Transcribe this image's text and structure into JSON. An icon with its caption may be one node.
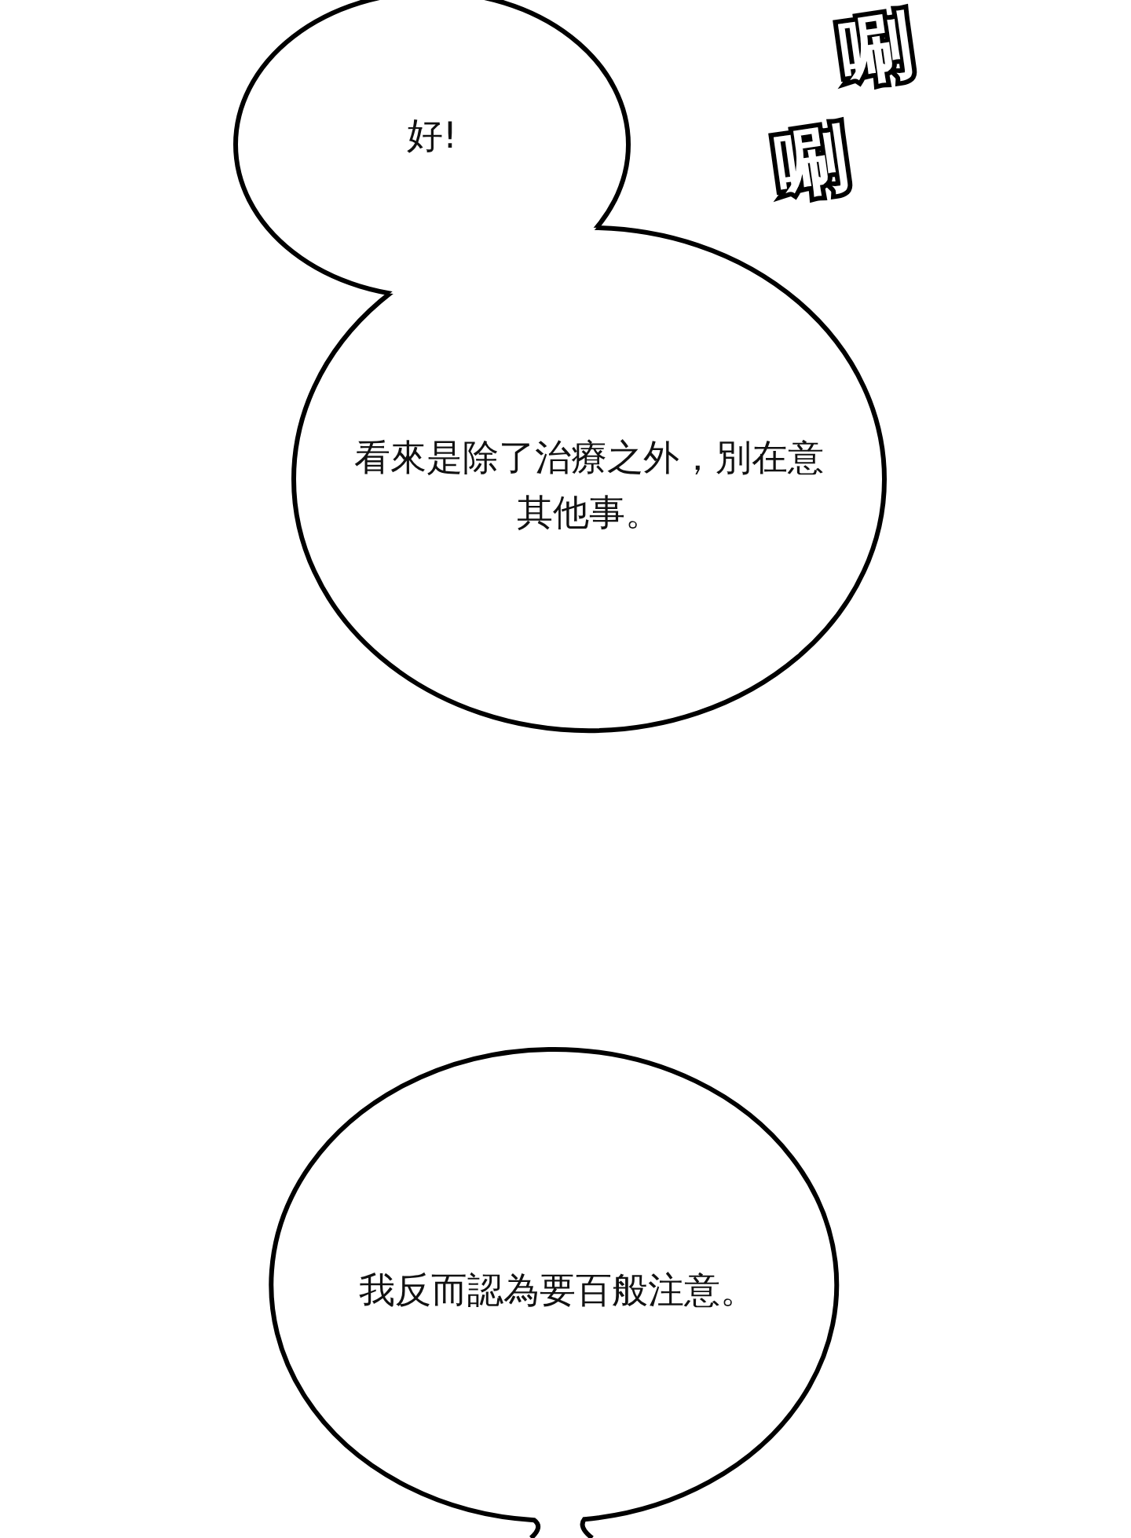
{
  "diagram": {
    "nodes": [
      {
        "text": [
          "好!"
        ]
      },
      {
        "text": [
          "看來是除了治療之外，別在意其他事。"
        ]
      },
      {
        "text": [
          "我反而認為要百般注意。"
        ]
      }
    ],
    "labels": [
      "唰",
      "唰"
    ]
  }
}
